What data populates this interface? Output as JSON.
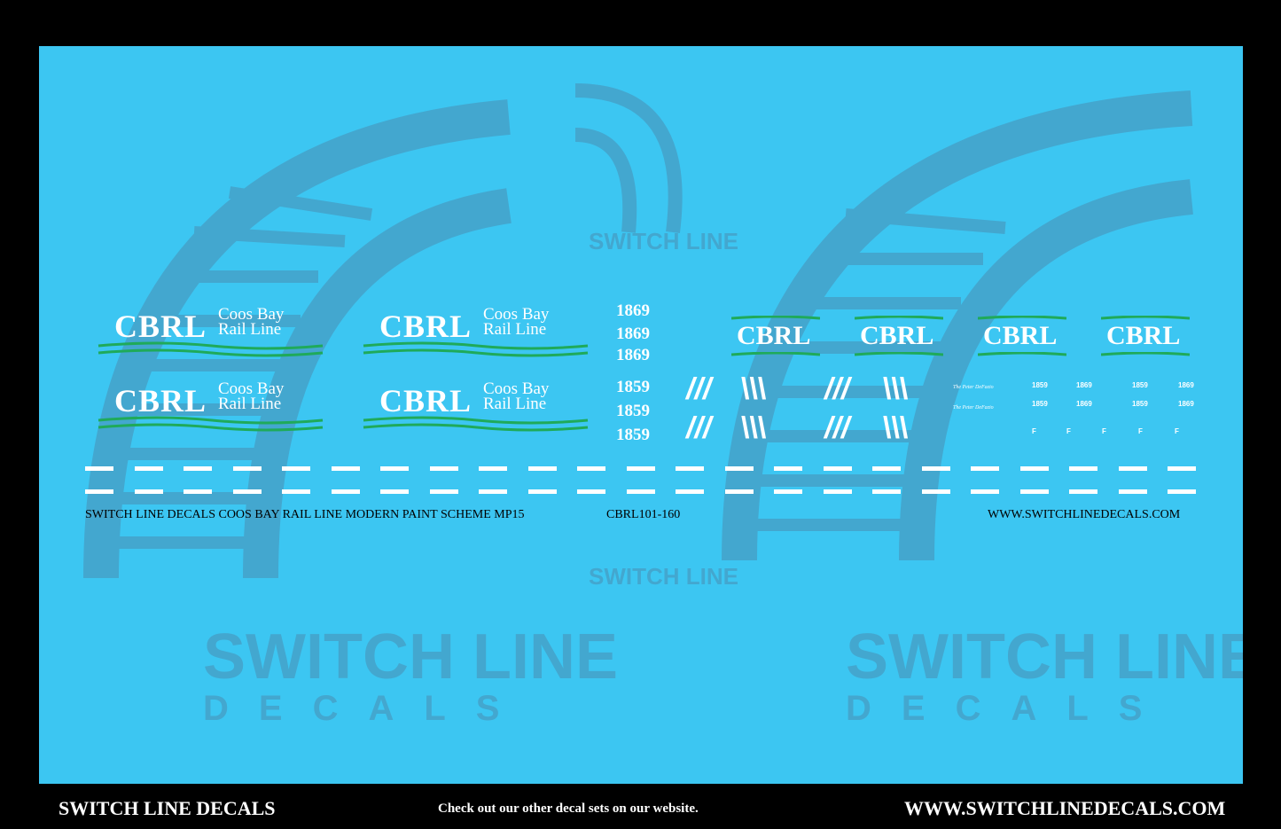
{
  "logo_text": {
    "initials": "CBRL",
    "line1": "Coos Bay",
    "line2": "Rail Line"
  },
  "numbers_top": [
    "1869",
    "1869",
    "1869"
  ],
  "numbers_bottom": [
    "1859",
    "1859",
    "1859"
  ],
  "small_numbers_row1": [
    "1859",
    "1869",
    "1859",
    "1869"
  ],
  "small_numbers_row2": [
    "1859",
    "1869",
    "1859",
    "1869"
  ],
  "script_name": "The Peter DeFazio",
  "f_letter": "F",
  "stripes": {
    "forward": "///",
    "back": "\\\\\\"
  },
  "caption": {
    "left": "SWITCH LINE DECALS COOS BAY RAIL LINE MODERN PAINT SCHEME MP15",
    "code": "CBRL101-160",
    "website": "WWW.SWITCHLINEDECALS.COM"
  },
  "watermark": {
    "line1": "SWITCH LINE",
    "line2": "DECALS"
  },
  "footer": {
    "brand": "SWITCH LINE DECALS",
    "tagline": "Check out our other decal sets on our website.",
    "website": "WWW.SWITCHLINEDECALS.COM"
  },
  "colors": {
    "sheet_blue": "#3cc6f2",
    "stripe_green": "#1faa5a",
    "watermark": "#4a8fb4"
  }
}
